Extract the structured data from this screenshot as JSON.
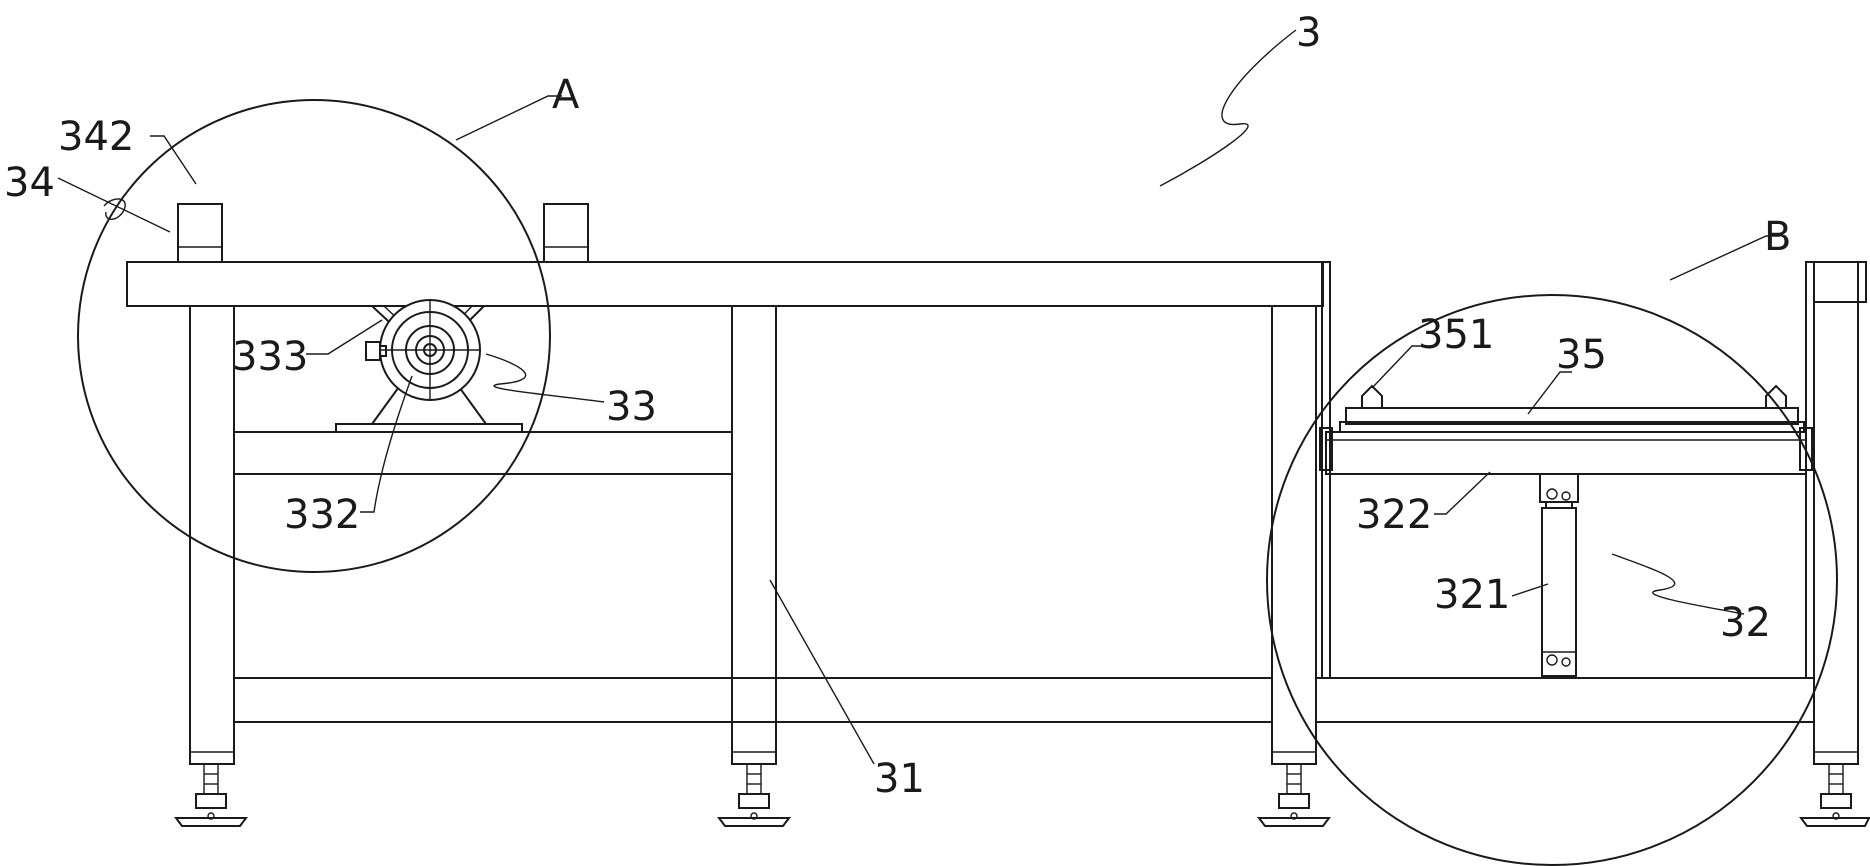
{
  "labels": {
    "l3": "3",
    "lA": "A",
    "lB": "B",
    "l342": "342",
    "l34": "34",
    "l333": "333",
    "l33": "33",
    "l332": "332",
    "l351": "351",
    "l35": "35",
    "l322": "322",
    "l321": "321",
    "l32": "32",
    "l31": "31"
  }
}
